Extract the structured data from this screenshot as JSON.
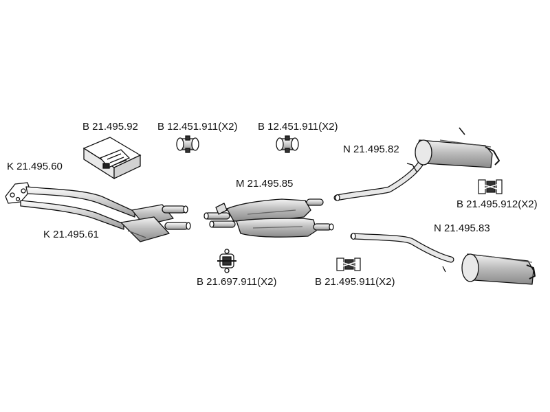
{
  "labels": {
    "b_21_495_92": "B 21.495.92",
    "b_12_451_911_a": "B 12.451.911(X2)",
    "b_12_451_911_b": "B 12.451.911(X2)",
    "n_21_495_82": "N 21.495.82",
    "k_21_495_60": "K 21.495.60",
    "m_21_495_85": "M 21.495.85",
    "b_21_495_912": "B 21.495.912(X2)",
    "k_21_495_61": "K 21.495.61",
    "n_21_495_83": "N 21.495.83",
    "b_21_697_911": "B 21.697.911(X2)",
    "b_21_495_911": "B 21.495.911(X2)"
  },
  "colors": {
    "line": "#111111",
    "fill_light": "#e6e6e6",
    "fill_mid": "#b5b5b5",
    "fill_dark": "#333333"
  }
}
